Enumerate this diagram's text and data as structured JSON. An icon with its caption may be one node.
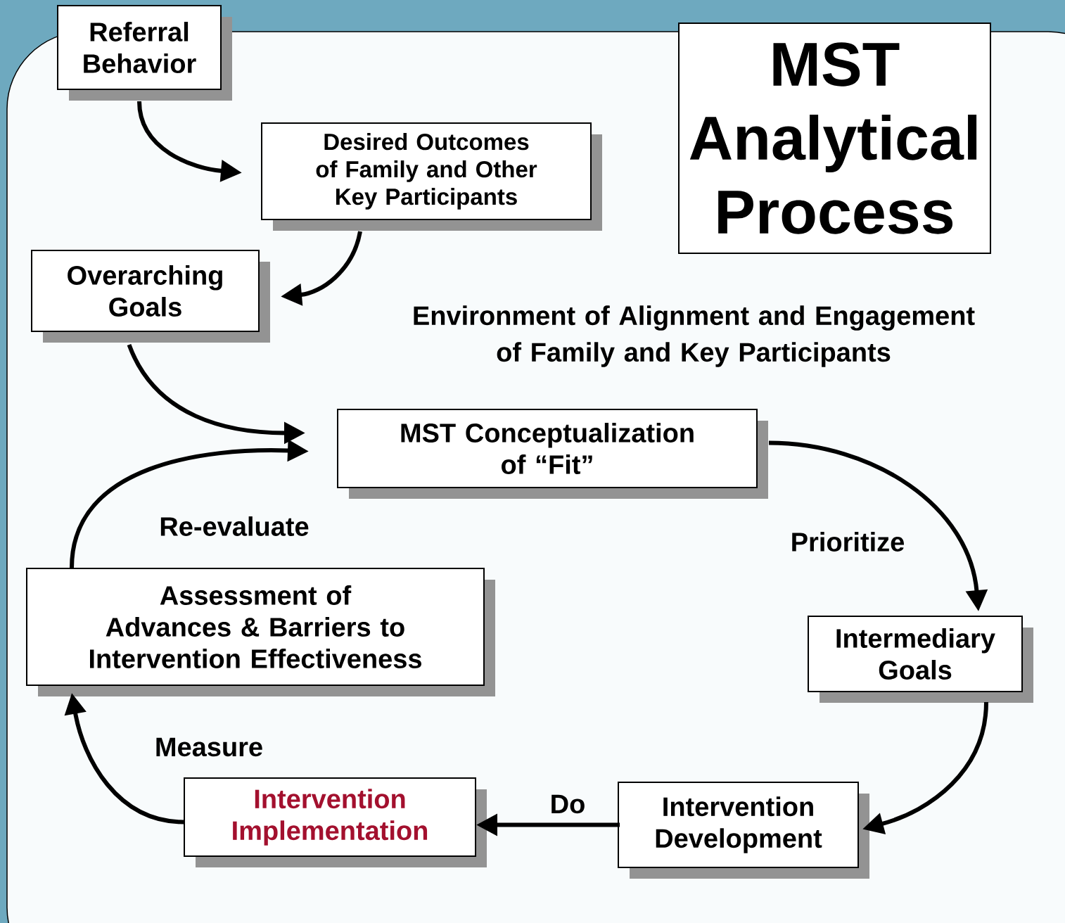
{
  "diagram": {
    "nodes": [
      {
        "text": [
          "Referral Behavior"
        ]
      },
      {
        "text": [
          "Desired Outcomes of Family and Other Key Participants"
        ]
      },
      {
        "text": [
          "MST Analytical Process"
        ]
      },
      {
        "text": [
          "Overarching Goals"
        ]
      },
      {
        "text": [
          "MST Conceptualization of “Fit”"
        ]
      },
      {
        "text": [
          "Intermediary Goals"
        ]
      },
      {
        "text": [
          "Intervention Development"
        ]
      },
      {
        "text": [
          "Intervention Implementation"
        ]
      },
      {
        "text": [
          "Assessment of Advances & Barriers to Intervention Effectiveness"
        ]
      }
    ],
    "edges": [
      {
        "from": 0,
        "to": 1,
        "arrow": "to"
      },
      {
        "from": 1,
        "to": 3,
        "arrow": "to"
      },
      {
        "from": 3,
        "to": 4,
        "arrow": "to"
      },
      {
        "from": 8,
        "to": 4,
        "arrow": "to",
        "label": "Re-evaluate"
      },
      {
        "from": 4,
        "to": 5,
        "arrow": "to",
        "label": "Prioritize"
      },
      {
        "from": 5,
        "to": 6,
        "arrow": "to"
      },
      {
        "from": 6,
        "to": 7,
        "arrow": "to",
        "label": "Do"
      },
      {
        "from": 7,
        "to": 8,
        "arrow": "to",
        "label": "Measure"
      }
    ],
    "labels": [
      "Environment of Alignment and Engagement of Family and Key Participants"
    ]
  }
}
